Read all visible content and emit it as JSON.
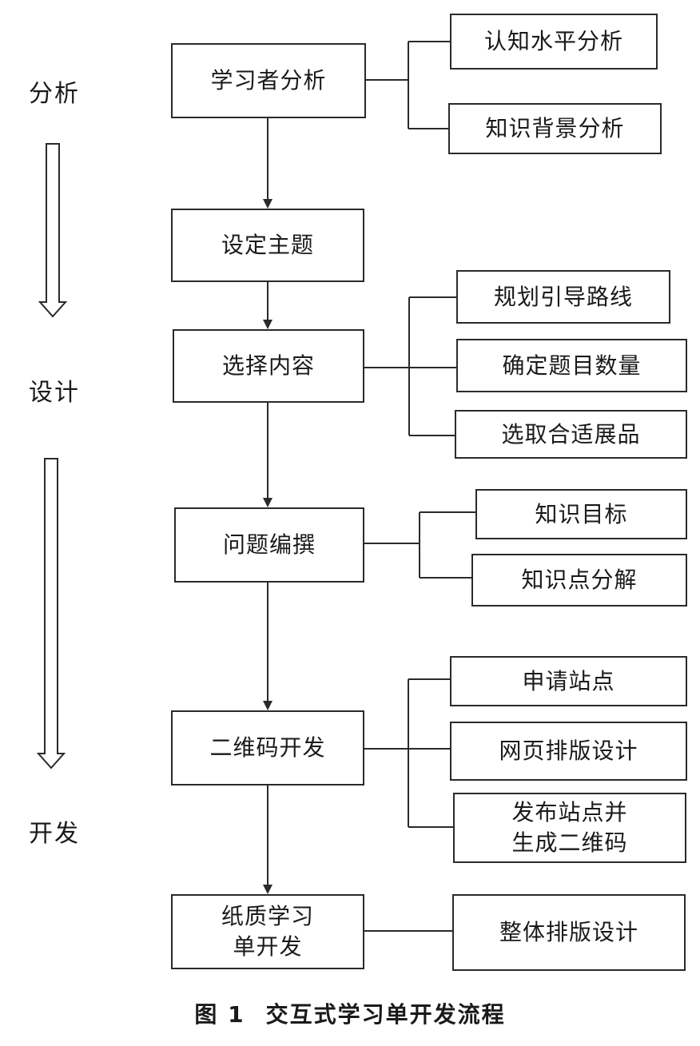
{
  "stages": {
    "analysis": "分析",
    "design": "设计",
    "development": "开发"
  },
  "main_steps": [
    {
      "label": "学习者分析"
    },
    {
      "label": "设定主题"
    },
    {
      "label": "选择内容"
    },
    {
      "label": "问题编撰"
    },
    {
      "label": "二维码开发"
    },
    {
      "label": "纸质学习\n单开发"
    }
  ],
  "sub_steps": {
    "learner_analysis": [
      "认知水平分析",
      "知识背景分析"
    ],
    "select_content": [
      "规划引导路线",
      "确定题目数量",
      "选取合适展品"
    ],
    "question_writing": [
      "知识目标",
      "知识点分解"
    ],
    "qr_development": [
      "申请站点",
      "网页排版设计",
      "发布站点并\n生成二维码"
    ],
    "paper_sheet": [
      "整体排版设计"
    ]
  },
  "caption": {
    "figure_no": "图 1",
    "title": "交互式学习单开发流程"
  }
}
